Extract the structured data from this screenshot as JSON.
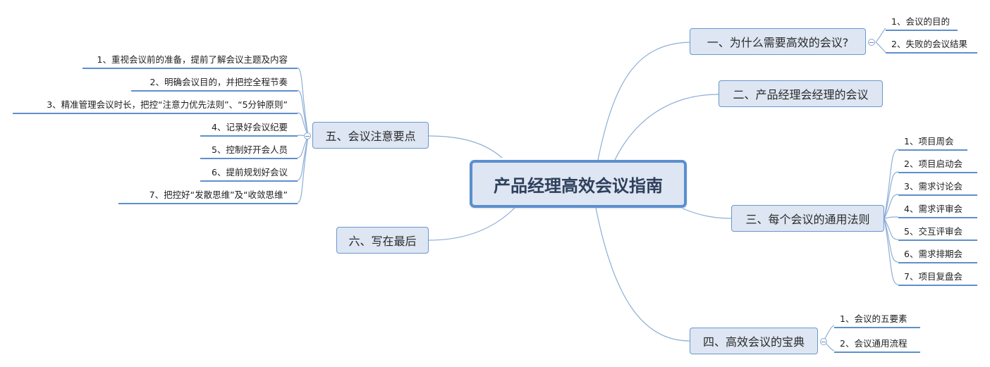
{
  "central": "产品经理高效会议指南",
  "branches": {
    "b1": {
      "title": "一、为什么需要高效的会议?",
      "items": [
        "1、会议的目的",
        "2、失败的会议结果"
      ]
    },
    "b2": {
      "title": "二、产品经理会经理的会议",
      "items": []
    },
    "b3": {
      "title": "三、每个会议的通用法则",
      "items": [
        "1、项目周会",
        "2、项目启动会",
        "3、需求讨论会",
        "4、需求评审会",
        "5、交互评审会",
        "6、需求排期会",
        "7、项目复盘会"
      ]
    },
    "b4": {
      "title": "四、高效会议的宝典",
      "items": [
        "1、会议的五要素",
        "2、会议通用流程"
      ]
    },
    "b5": {
      "title": "五、会议注意要点",
      "items": [
        "1、重视会议前的准备，提前了解会议主题及内容",
        "2、明确会议目的，并把控全程节奏",
        "3、精准管理会议时长，把控“注意力优先法则”、“5分钟原则”",
        "4、记录好会议纪要",
        "5、控制好开会人员",
        "6、提前规划好会议",
        "7、把控好“发散思维”及“收敛思维”"
      ]
    },
    "b6": {
      "title": "六、写在最后",
      "items": []
    }
  },
  "colors": {
    "line": "#5f8fcb",
    "connector": "#8eaed6",
    "node_fill": "#dde6f2",
    "node_border": "#6a97cf",
    "central_border": "#5b8fd0"
  },
  "icons": {
    "collapse": "collapse-minus-icon"
  }
}
